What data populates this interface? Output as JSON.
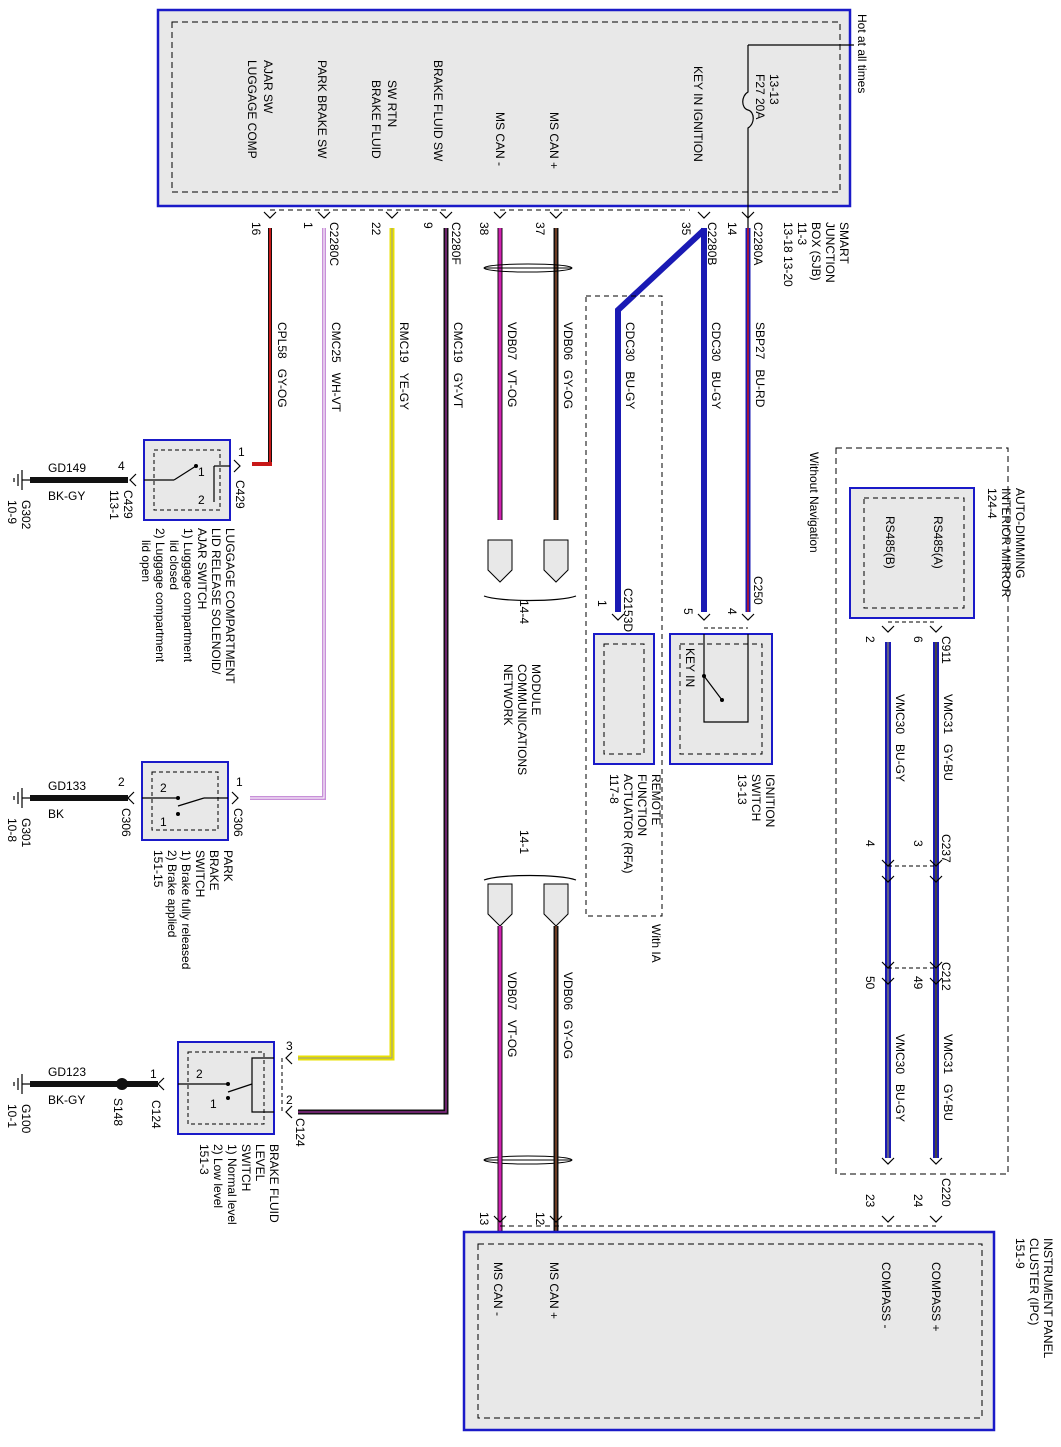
{
  "colors": {
    "module_border": "#1a1ac8",
    "module_fill": "#e8e8e8",
    "wire_blue": "#1a1ab4",
    "wire_magenta": "#d020b0",
    "wire_red": "#c81818",
    "wire_yellow": "#e8e000",
    "wire_black": "#111111",
    "wire_violet": "#c890d8"
  },
  "modules": {
    "sjb": {
      "name": [
        "SMART",
        "JUNCTION",
        "BOX (SJB)",
        "11-3",
        "13-18   13-20"
      ],
      "hot": "Hot at all times",
      "fuse": [
        "F27   20A",
        "13-13"
      ],
      "pins": [
        "LUGGAGE COMP",
        "AJAR SW",
        "PARK BRAKE SW",
        "BRAKE FLUID",
        "SW RTN",
        "BRAKE FLUID SW",
        "MS CAN -",
        "MS CAN +",
        "KEY IN IGNITION"
      ]
    },
    "ipc": {
      "name": [
        "INSTRUMENT PANEL",
        "CLUSTER (IPC)",
        "151-9"
      ],
      "pins": [
        "COMPASS +",
        "COMPASS -",
        "MS CAN +",
        "MS CAN -"
      ]
    },
    "mirror": {
      "name": [
        "AUTO-DIMMING",
        "INTERIOR MIRROR",
        "124-4"
      ],
      "pins": [
        "RS485(A)",
        "RS485(B)"
      ],
      "variant": "Without Navigation"
    },
    "ignition_switch": {
      "name": [
        "IGNITION",
        "SWITCH",
        "13-13"
      ],
      "label": "KEY IN"
    },
    "rfa": {
      "name": [
        "REMOTE",
        "FUNCTION",
        "ACTUATOR (RFA)",
        "117-8"
      ],
      "variant": "With IA"
    },
    "mcn": {
      "name": [
        "MODULE",
        "COMMUNICATIONS",
        "NETWORK"
      ],
      "ref_top": "14-4",
      "ref_bottom": "14-1"
    },
    "luggage_switch": {
      "name": [
        "LUGGAGE COMPARTMENT",
        "LID RELEASE SOLENOID/",
        "AJAR SWITCH",
        "1) Luggage compartment",
        "lid closed",
        "2) Luggage compartment",
        "lid open"
      ],
      "connector": "C429",
      "ref": "113-1"
    },
    "park_switch": {
      "name": [
        "PARK",
        "BRAKE",
        "SWITCH",
        "1) Brake fully released",
        "2) Brake applied",
        "151-15"
      ],
      "connector": "C306"
    },
    "fluid_switch": {
      "name": [
        "BRAKE FLUID",
        "LEVEL",
        "SWITCH",
        "1) Normal level",
        "2) Low level",
        "151-3"
      ],
      "connector": "C124"
    }
  },
  "connectors": [
    "C2280C",
    "C2280F",
    "C2280B",
    "C2280A",
    "C2153D",
    "C250",
    "C911",
    "C237",
    "C212",
    "C220",
    "C429",
    "C306",
    "C124"
  ],
  "pin_numbers": [
    "16",
    "1",
    "22",
    "9",
    "38",
    "37",
    "35",
    "14",
    "1",
    "5",
    "4",
    "6",
    "2",
    "3",
    "4",
    "49",
    "50",
    "24",
    "23",
    "12",
    "13",
    "1",
    "4",
    "1",
    "2",
    "3",
    "2",
    "1",
    "1",
    "2"
  ],
  "wires": [
    {
      "circuit": "CPL58",
      "color": "GY-OG"
    },
    {
      "circuit": "CMC25",
      "color": "WH-VT"
    },
    {
      "circuit": "RMC19",
      "color": "YE-GY"
    },
    {
      "circuit": "CMC19",
      "color": "GY-VT"
    },
    {
      "circuit": "VDB07",
      "color": "VT-OG"
    },
    {
      "circuit": "VDB06",
      "color": "GY-OG"
    },
    {
      "circuit": "CDC30",
      "color": "BU-GY"
    },
    {
      "circuit": "CDC30",
      "color": "BU-GY"
    },
    {
      "circuit": "SBP27",
      "color": "BU-RD"
    },
    {
      "circuit": "VMC31",
      "color": "GY-BU"
    },
    {
      "circuit": "VMC30",
      "color": "BU-GY"
    },
    {
      "circuit": "VMC31",
      "color": "GY-BU"
    },
    {
      "circuit": "VMC30",
      "color": "BU-GY"
    },
    {
      "circuit": "VDB06",
      "color": "GY-OG"
    },
    {
      "circuit": "VDB07",
      "color": "VT-OG"
    }
  ],
  "grounds": [
    {
      "circuit": "GD149",
      "color": "BK-GY",
      "point": "G302",
      "ref": "10-9"
    },
    {
      "circuit": "GD133",
      "color": "BK",
      "point": "G301",
      "ref": "10-8"
    },
    {
      "circuit": "GD123",
      "color": "BK-GY",
      "point": "G100",
      "ref": "10-1",
      "splice": "S148"
    }
  ]
}
